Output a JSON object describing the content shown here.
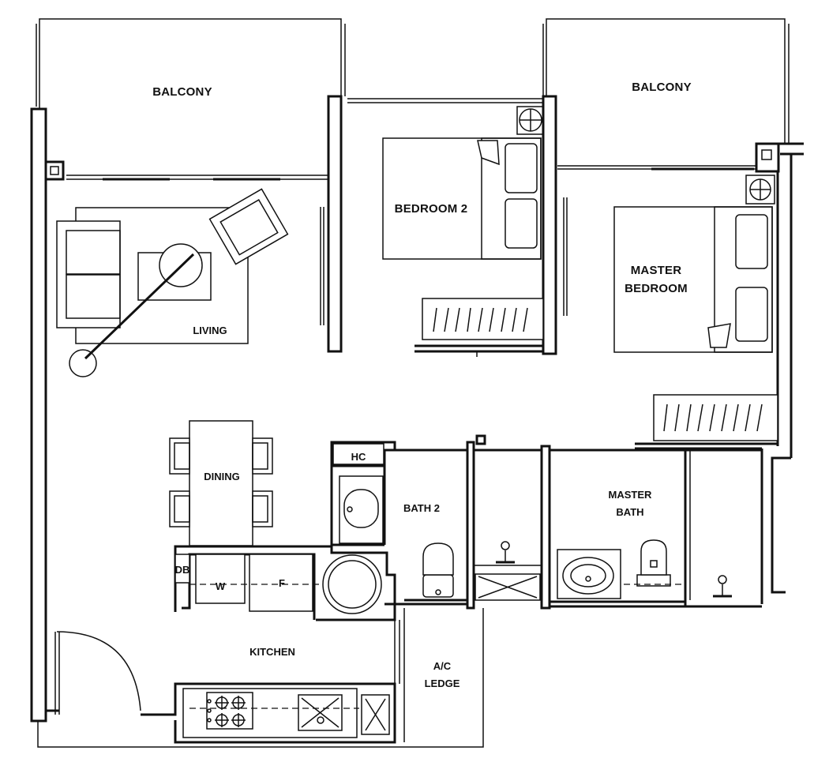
{
  "rooms": {
    "balcony_left": "BALCONY",
    "balcony_right": "BALCONY",
    "bedroom2": "BEDROOM 2",
    "master_bedroom_line1": "MASTER",
    "master_bedroom_line2": "BEDROOM",
    "living": "LIVING",
    "dining": "DINING",
    "hc": "HC",
    "bath2": "BATH 2",
    "master_bath_line1": "MASTER",
    "master_bath_line2": "BATH",
    "kitchen": "KITCHEN",
    "ac_ledge_line1": "A/C",
    "ac_ledge_line2": "LEDGE"
  },
  "appliances": {
    "db": "DB",
    "washer": "W",
    "fridge": "F"
  }
}
